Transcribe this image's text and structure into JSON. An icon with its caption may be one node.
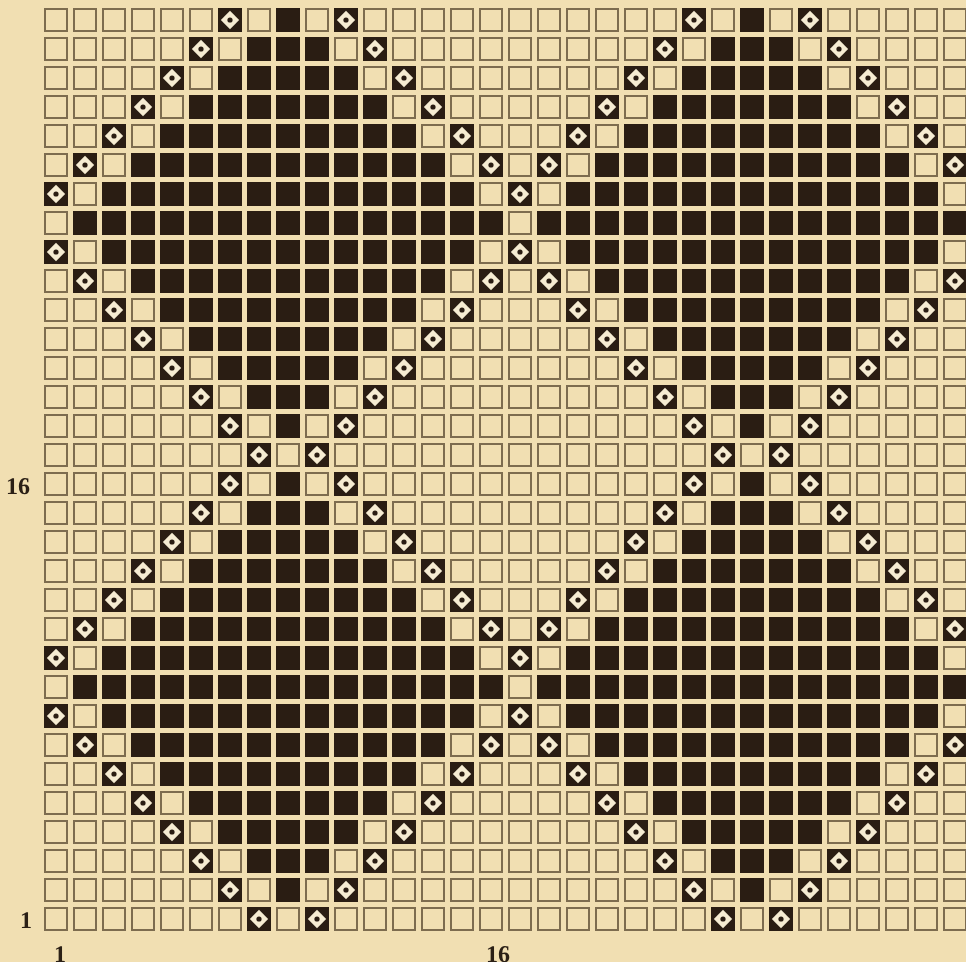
{
  "diagram": {
    "labels": [
      "16",
      "1",
      "1",
      "16"
    ]
  }
}
